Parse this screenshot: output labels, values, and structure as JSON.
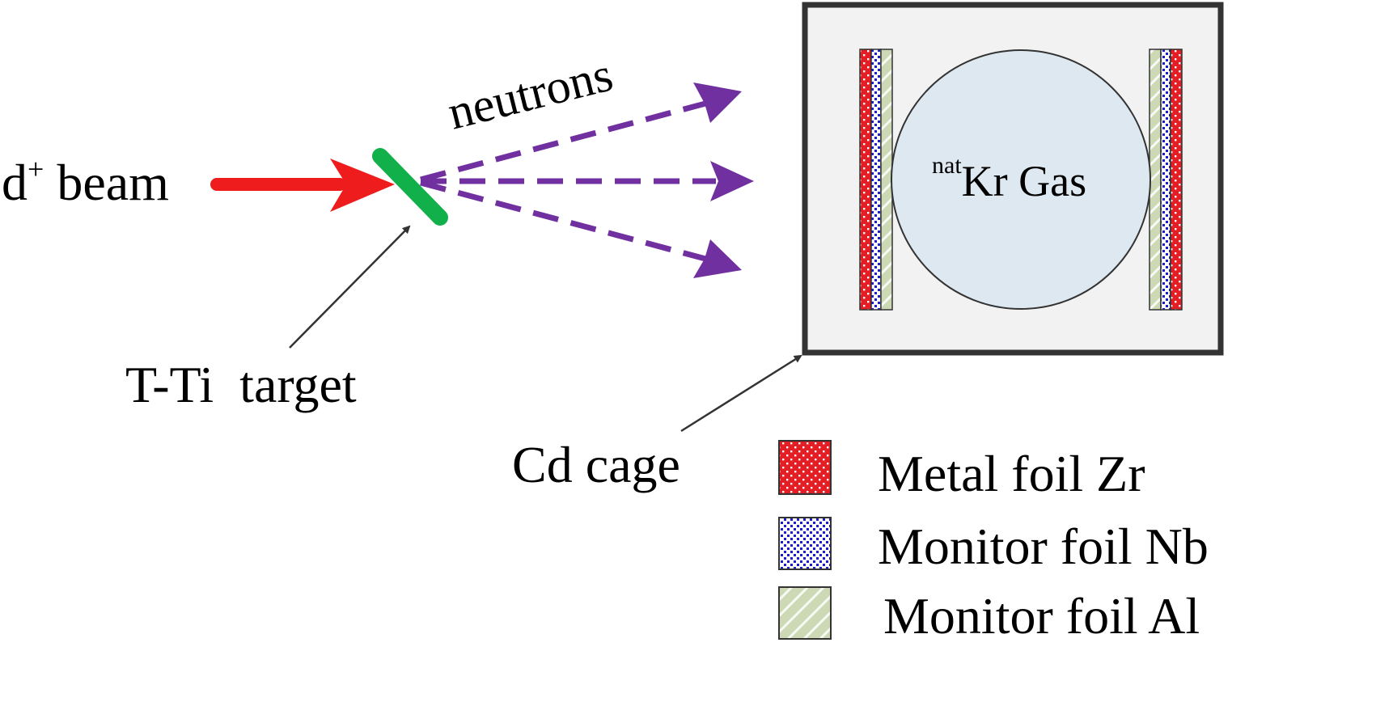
{
  "labels": {
    "beam_prefix": "d",
    "beam_superscript": "+",
    "beam_text": " beam",
    "neutrons": "neutrons",
    "target": "T-Ti  target",
    "cage": "Cd cage",
    "gas_superscript": "nat",
    "gas_text": "Kr Gas"
  },
  "legend": [
    {
      "label": "Metal foil Zr",
      "pattern": "zr"
    },
    {
      "label": "Monitor foil Nb",
      "pattern": "nb"
    },
    {
      "label": "Monitor foil Al",
      "pattern": "al"
    }
  ],
  "colors": {
    "beam": "#ee1c1c",
    "target": "#12b04a",
    "neutrons": "#7030a0",
    "cage_fill": "#f2f2f2",
    "cage_border": "#333333",
    "gas_fill": "#dde8f0",
    "zr_foil": "#e31e24",
    "nb_foil": "#1c1ccc",
    "al_foil": "#ccd9b4",
    "pointer": "#333333"
  },
  "icons": {
    "beam_arrow": "arrow-right",
    "neutron_arrows": "dashed-arrow",
    "pointer_arrows": "thin-arrow"
  }
}
